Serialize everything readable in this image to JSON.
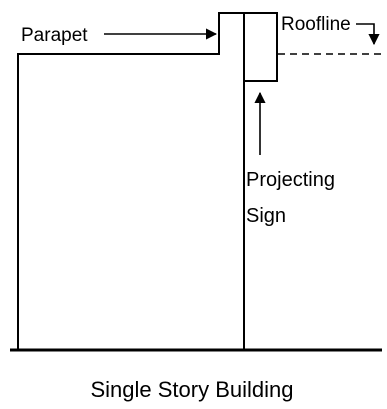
{
  "labels": {
    "parapet": "Parapet",
    "roofline": "Roofline",
    "projecting_line1": "Projecting",
    "projecting_line2": "Sign"
  },
  "caption": "Single Story Building",
  "colors": {
    "line": "#000000",
    "background": "#ffffff"
  }
}
